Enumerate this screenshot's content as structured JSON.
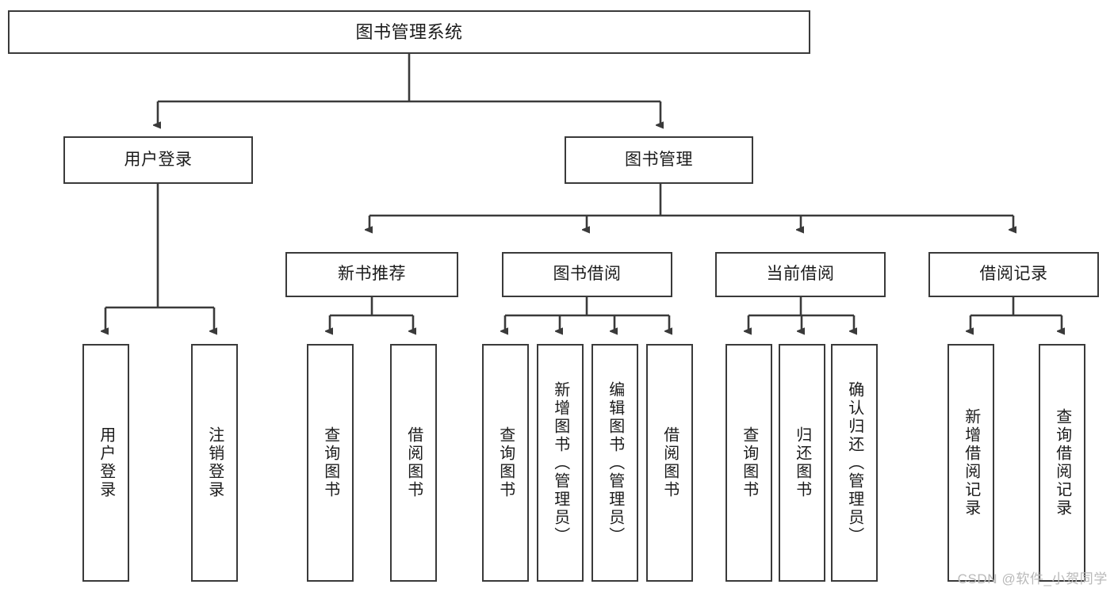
{
  "diagram": {
    "type": "tree",
    "title": "图书管理系统",
    "watermark": "CSDN @软件_小贺同学",
    "colors": {
      "stroke": "#3a3a3a",
      "fill": "#ffffff",
      "text": "#1b1b1b",
      "watermark": "#b9b9b9"
    },
    "root": {
      "label": "图书管理系统"
    },
    "level2": [
      {
        "id": "user-login",
        "label": "用户登录"
      },
      {
        "id": "book-manage",
        "label": "图书管理"
      }
    ],
    "level3": [
      {
        "id": "new-book-rec",
        "label": "新书推荐",
        "parent": "book-manage"
      },
      {
        "id": "book-borrow",
        "label": "图书借阅",
        "parent": "book-manage"
      },
      {
        "id": "current-borrow",
        "label": "当前借阅",
        "parent": "book-manage"
      },
      {
        "id": "borrow-record",
        "label": "借阅记录",
        "parent": "book-manage"
      }
    ],
    "leaves": [
      {
        "id": "leaf-user-login",
        "label": "用户登录",
        "parent": "user-login"
      },
      {
        "id": "leaf-user-logout",
        "label": "注销登录",
        "parent": "user-login"
      },
      {
        "id": "leaf-query-book-1",
        "label": "查询图书",
        "parent": "new-book-rec"
      },
      {
        "id": "leaf-borrow-book-1",
        "label": "借阅图书",
        "parent": "new-book-rec"
      },
      {
        "id": "leaf-query-book-2",
        "label": "查询图书",
        "parent": "book-borrow"
      },
      {
        "id": "leaf-add-book",
        "label": "新增图书（管理员）",
        "parent": "book-borrow"
      },
      {
        "id": "leaf-edit-book",
        "label": "编辑图书（管理员）",
        "parent": "book-borrow"
      },
      {
        "id": "leaf-borrow-book-2",
        "label": "借阅图书",
        "parent": "book-borrow"
      },
      {
        "id": "leaf-query-book-3",
        "label": "查询图书",
        "parent": "current-borrow"
      },
      {
        "id": "leaf-return-book",
        "label": "归还图书",
        "parent": "current-borrow"
      },
      {
        "id": "leaf-confirm-return",
        "label": "确认归还（管理员）",
        "parent": "current-borrow"
      },
      {
        "id": "leaf-add-record",
        "label": "新增借阅记录",
        "parent": "borrow-record"
      },
      {
        "id": "leaf-query-record",
        "label": "查询借阅记录",
        "parent": "borrow-record"
      }
    ]
  }
}
